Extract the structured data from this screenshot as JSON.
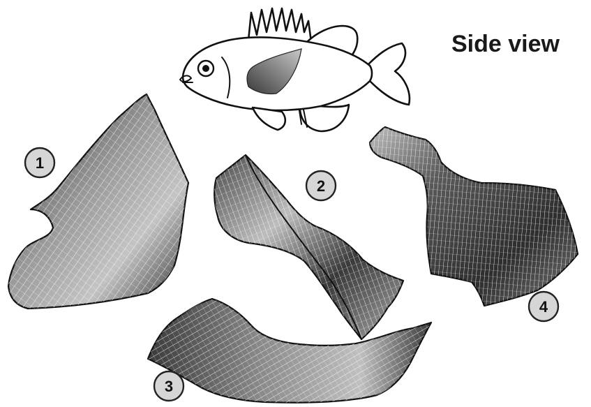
{
  "figure": {
    "title": "Side view",
    "panels": [
      {
        "number": "1"
      },
      {
        "number": "2"
      },
      {
        "number": "3"
      },
      {
        "number": "4"
      }
    ],
    "colors": {
      "outline": "#111111",
      "mesh": "#ffffff",
      "surface_dark": "#2e2e2e",
      "surface_light": "#b8b8b8",
      "badge_fill": "#d6d6d6"
    },
    "icons": [
      "fish-outline-icon",
      "pectoral-fin-surface-icon"
    ]
  }
}
